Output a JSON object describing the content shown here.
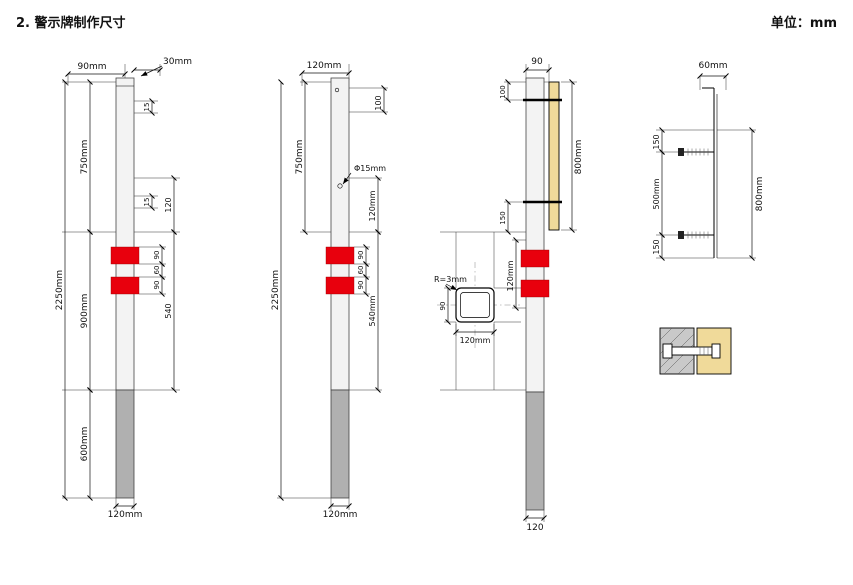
{
  "header": {
    "title": "2. 警示牌制作尺寸",
    "unit_label": "单位：mm"
  },
  "colors": {
    "band_red": "#e8000d",
    "post_light": "#f3f3f3",
    "post_buried_gray": "#b0b0b0",
    "board_yellow": "#f0da9a",
    "plate_gray": "#c9c9c9"
  },
  "view1": {
    "dims": {
      "top_offset": "90mm",
      "cap_width": "30mm",
      "hole_inset_top": "15",
      "hole_inset_mid": "15",
      "upper_section": "750mm",
      "hole_spacing": "120",
      "total_height": "2250mm",
      "middle_section": "900mm",
      "band_span": "540",
      "band_top": "90",
      "band_gap": "60",
      "band_bottom": "90",
      "buried_depth": "600mm",
      "post_width": "120mm"
    }
  },
  "view2": {
    "dims": {
      "top_width": "120mm",
      "top_hole_offset": "100",
      "upper_section": "750mm",
      "hole_diameter": "Φ15mm",
      "hole_spacing": "120mm",
      "total_height": "2250mm",
      "band_top": "90",
      "band_gap": "60",
      "band_bottom": "90",
      "band_span": "540mm",
      "post_width": "120mm"
    }
  },
  "view3": {
    "dims": {
      "top_offset": "90",
      "board_top_offset": "100",
      "board_height": "800mm",
      "board_bottom_offset": "150",
      "band_region": "120mm",
      "post_width": "120"
    },
    "section": {
      "corner_radius": "R=3mm",
      "height": "90",
      "width": "120mm"
    }
  },
  "view4": {
    "dims": {
      "top_offset": "60mm",
      "bolt_top_offset": "150",
      "bolt_spacing": "500mm",
      "bolt_bottom_offset": "150",
      "board_height": "800mm"
    }
  }
}
